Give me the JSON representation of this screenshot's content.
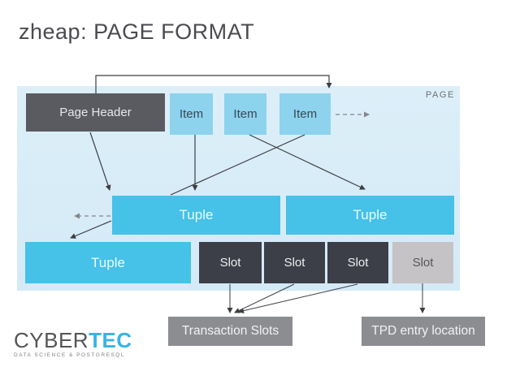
{
  "title": "zheap: PAGE FORMAT",
  "page": {
    "label": "PAGE",
    "header": "Page Header",
    "items": [
      "Item",
      "Item",
      "Item"
    ],
    "tuples": [
      "Tuple",
      "Tuple",
      "Tuple"
    ],
    "slots": [
      "Slot",
      "Slot",
      "Slot",
      "Slot"
    ]
  },
  "callouts": {
    "transaction_slots": "Transaction Slots",
    "tpd_entry_location": "TPD entry location"
  },
  "logo": {
    "brand_primary": "CYBER",
    "brand_accent": "TEC",
    "tagline": "DATA SCIENCE & POSTGRESQL"
  },
  "colors": {
    "page_background": "#d9edf8",
    "header_box": "#5a5b60",
    "item_box": "#8dd3ee",
    "tuple_box": "#46c1e8",
    "slot_box_dark": "#3c3e48",
    "slot_box_light": "#c5c3c5",
    "callout_box": "#8b8d91",
    "arrow": "#3d3e44",
    "logo_accent": "#35b5e5"
  }
}
